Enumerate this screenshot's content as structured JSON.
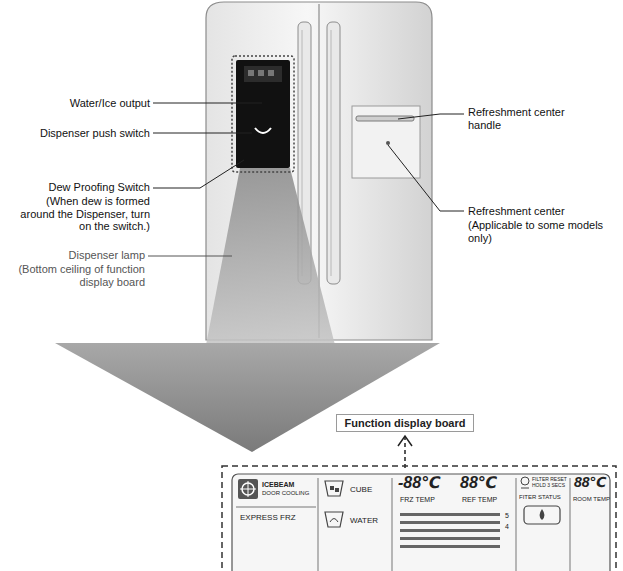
{
  "diagram": {
    "nodes": [
      {
        "text": [
          "Function display board"
        ]
      }
    ],
    "labels": [
      "Water/Ice output",
      "Dispenser push switch",
      "Dew Proofing Switch",
      "(When dew is formed around the Dispenser, turn on the switch.)",
      "Dispenser lamp",
      "(Bottom ceiling of function display board",
      "Refreshment center handle",
      "Refreshment center",
      "(Applicable to some models only)",
      "ICEBEAM",
      "DOOR COOLING",
      "EXPRESS FRZ",
      "CUBE",
      "WATER",
      "-88℃",
      "FRZ TEMP",
      "88℃",
      "REF TEMP",
      "FILTER RESET HOLD 3 SECS",
      "FITER STATUS",
      "88℃",
      "ROOM TEMP",
      "5",
      "4"
    ]
  }
}
